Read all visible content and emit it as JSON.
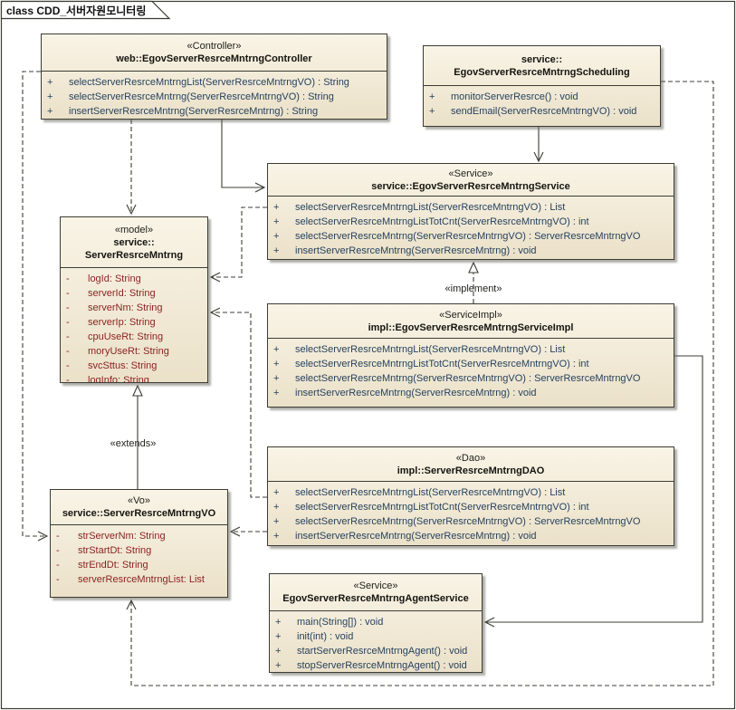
{
  "diagram": {
    "tab_label": "class CDD_서버자원모니터링"
  },
  "labels": {
    "implement": "«implement»",
    "extends": "«extends»"
  },
  "colors": {
    "box-fill-top": "#f9f4e6",
    "box-fill-bottom": "#ebe1c9",
    "box-border": "#3c3c34",
    "method-text": "#26425f",
    "attribute-text": "#8b1f1f",
    "line": "#3c3c34"
  },
  "classes": {
    "controller": {
      "stereotype": "«Controller»",
      "name": "web::EgovServerResrceMntrngController",
      "members": [
        {
          "vis": "+",
          "text": "selectServerResrceMntrngList(ServerResrceMntrngVO) : String"
        },
        {
          "vis": "+",
          "text": "selectServerResrceMntrng(ServerResrceMntrngVO) : String"
        },
        {
          "vis": "+",
          "text": "insertServerResrceMntrng(ServerResrceMntrng) : String"
        }
      ]
    },
    "scheduling": {
      "name": "service::\nEgovServerResrceMntrngScheduling",
      "members": [
        {
          "vis": "+",
          "text": "monitorServerResrce() : void"
        },
        {
          "vis": "+",
          "text": "sendEmail(ServerResrceMntrngVO) : void"
        }
      ]
    },
    "service": {
      "stereotype": "«Service»",
      "name": "service::EgovServerResrceMntrngService",
      "members": [
        {
          "vis": "+",
          "text": "selectServerResrceMntrngList(ServerResrceMntrngVO) : List"
        },
        {
          "vis": "+",
          "text": "selectServerResrceMntrngListTotCnt(ServerResrceMntrngVO) : int"
        },
        {
          "vis": "+",
          "text": "selectServerResrceMntrng(ServerResrceMntrngVO) : ServerResrceMntrngVO"
        },
        {
          "vis": "+",
          "text": "insertServerResrceMntrng(ServerResrceMntrng) : void"
        }
      ]
    },
    "model": {
      "stereotype": "«model»",
      "name": "service::\nServerResrceMntrng",
      "members": [
        {
          "vis": "-",
          "text": "logId: String"
        },
        {
          "vis": "-",
          "text": "serverId: String"
        },
        {
          "vis": "-",
          "text": "serverNm: String"
        },
        {
          "vis": "-",
          "text": "serverIp: String"
        },
        {
          "vis": "-",
          "text": "cpuUseRt: String"
        },
        {
          "vis": "-",
          "text": "moryUseRt: String"
        },
        {
          "vis": "-",
          "text": "svcSttus: String"
        },
        {
          "vis": "-",
          "text": "logInfo: String"
        }
      ]
    },
    "serviceimpl": {
      "stereotype": "«ServiceImpl»",
      "name": "impl::EgovServerResrceMntrngServiceImpl",
      "members": [
        {
          "vis": "+",
          "text": "selectServerResrceMntrngList(ServerResrceMntrngVO) : List"
        },
        {
          "vis": "+",
          "text": "selectServerResrceMntrngListTotCnt(ServerResrceMntrngVO) : int"
        },
        {
          "vis": "+",
          "text": "selectServerResrceMntrng(ServerResrceMntrngVO) : ServerResrceMntrngVO"
        },
        {
          "vis": "+",
          "text": "insertServerResrceMntrng(ServerResrceMntrng) : void"
        }
      ]
    },
    "dao": {
      "stereotype": "«Dao»",
      "name": "impl::ServerResrceMntrngDAO",
      "members": [
        {
          "vis": "+",
          "text": "selectServerResrceMntrngList(ServerResrceMntrngVO) : List"
        },
        {
          "vis": "+",
          "text": "selectServerResrceMntrngListTotCnt(ServerResrceMntrngVO) : int"
        },
        {
          "vis": "+",
          "text": "selectServerResrceMntrng(ServerResrceMntrngVO) : ServerResrceMntrngVO"
        },
        {
          "vis": "+",
          "text": "insertServerResrceMntrng(ServerResrceMntrng) : void"
        }
      ]
    },
    "vo": {
      "stereotype": "«Vo»",
      "name": "service::ServerResrceMntrngVO",
      "members": [
        {
          "vis": "-",
          "text": "strServerNm: String"
        },
        {
          "vis": "-",
          "text": "strStartDt: String"
        },
        {
          "vis": "-",
          "text": "strEndDt: String"
        },
        {
          "vis": "-",
          "text": "serverResrceMntrngList: List"
        }
      ]
    },
    "agent": {
      "stereotype": "«Service»",
      "name": "EgovServerResrceMntrngAgentService",
      "members": [
        {
          "vis": "+",
          "text": "main(String[]) : void"
        },
        {
          "vis": "+",
          "text": "init(int) : void"
        },
        {
          "vis": "+",
          "text": "startServerResrceMntrngAgent() : void"
        },
        {
          "vis": "+",
          "text": "stopServerResrceMntrngAgent() : void"
        }
      ]
    }
  }
}
